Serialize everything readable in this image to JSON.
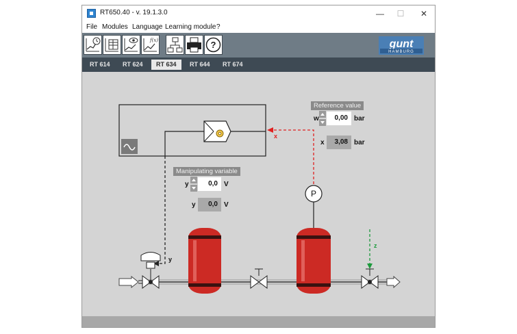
{
  "window": {
    "title": "RT650.40 - v. 19.1.3.0",
    "controls": {
      "minimize": "—",
      "maximize": "☐",
      "close": "✕"
    }
  },
  "menu": {
    "items": [
      {
        "label": "File"
      },
      {
        "label": "Modules"
      },
      {
        "label": "Language"
      },
      {
        "label": "Learning module"
      },
      {
        "label": "?"
      }
    ]
  },
  "toolbar": {
    "buttons": [
      {
        "icon": "trend-clock-icon"
      },
      {
        "icon": "data-table-icon"
      },
      {
        "icon": "trend-eye-icon"
      },
      {
        "icon": "function-graph-icon"
      },
      {
        "icon": "network-icon"
      },
      {
        "icon": "printer-icon"
      },
      {
        "icon": "help-icon"
      }
    ],
    "logo_text": "gunt",
    "logo_subtext": "HAMBURG"
  },
  "tabs": [
    {
      "label": "RT 614",
      "active": false
    },
    {
      "label": "RT 624",
      "active": false
    },
    {
      "label": "RT 634",
      "active": true
    },
    {
      "label": "RT 644",
      "active": false
    },
    {
      "label": "RT 674",
      "active": false
    }
  ],
  "reference": {
    "header": "Reference value",
    "w_label": "w",
    "w_value": "0,00",
    "w_unit": "bar",
    "x_label": "x",
    "x_value": "3,08",
    "x_unit": "bar"
  },
  "manipulating": {
    "header": "Manipulating variable",
    "y_label": "y",
    "y_value": "0,0",
    "y_unit": "V",
    "y2_label": "y",
    "y2_value": "0,0",
    "y2_unit": "V"
  },
  "diagram": {
    "pressure_sensor_label": "P",
    "signal_x_label": "x",
    "signal_y_label": "y",
    "disturbance_label": "z"
  },
  "colors": {
    "toolbar": "#6f7c86",
    "tabs_bar": "#3e4a54",
    "canvas": "#d4d4d4",
    "tank_red": "#cc2a24",
    "signal_red": "#e02020",
    "disturbance_green": "#1c9a3c"
  }
}
